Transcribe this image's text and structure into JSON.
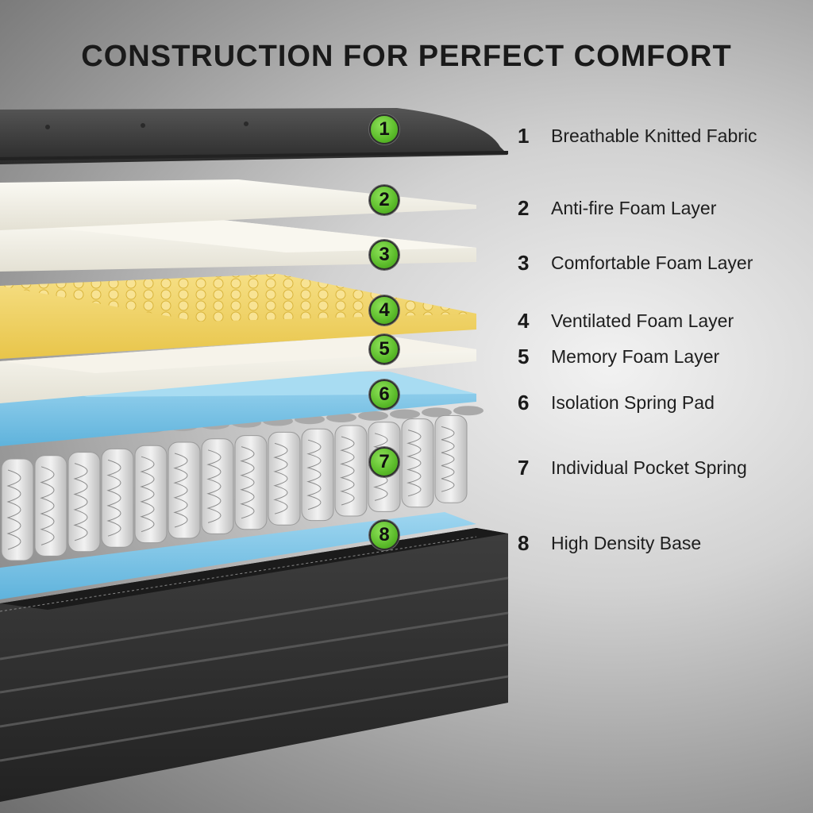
{
  "title": "CONSTRUCTION FOR PERFECT COMFORT",
  "layers": [
    {
      "number": "1",
      "label": "Breathable Knitted Fabric"
    },
    {
      "number": "2",
      "label": "Anti-fire Foam Layer"
    },
    {
      "number": "3",
      "label": "Comfortable Foam Layer"
    },
    {
      "number": "4",
      "label": "Ventilated Foam Layer"
    },
    {
      "number": "5",
      "label": "Memory Foam Layer"
    },
    {
      "number": "6",
      "label": "Isolation Spring Pad"
    },
    {
      "number": "7",
      "label": "Individual Pocket Spring"
    },
    {
      "number": "8",
      "label": "High Density Base"
    }
  ],
  "colors": {
    "badge": "#5bbb2a",
    "knit_fabric": "#3a3a3a",
    "foam_white": "#f3f1e8",
    "foam_yellow": "#f1d56a",
    "foam_memory": "#f1ece0",
    "isolation_pad": "#7cc6e8",
    "spring_pocket": "#dcdcdc",
    "base": "#333333"
  }
}
